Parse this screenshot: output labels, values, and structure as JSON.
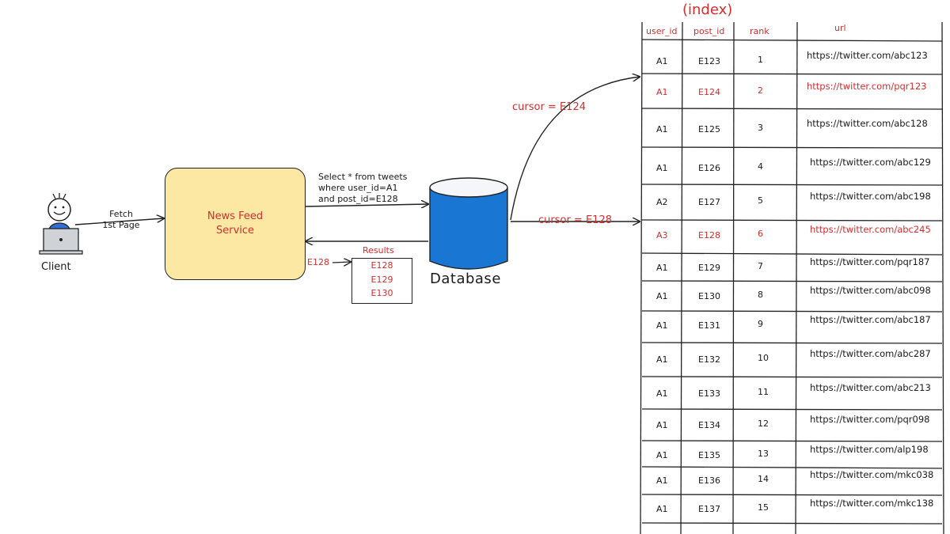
{
  "client": {
    "label": "Client",
    "icon": "person-laptop-icon"
  },
  "fetch_label": [
    "Fetch",
    "1st Page"
  ],
  "service": {
    "label_line1": "News Feed",
    "label_line2": "Service",
    "fill": "#fce7a3",
    "text_color": "#d32f2f"
  },
  "query": {
    "lines": [
      "Select * from tweets",
      "where user_id=A1",
      "and post_id=E128"
    ]
  },
  "results": {
    "title": "Results",
    "items": [
      "E128",
      "E129",
      "E130"
    ],
    "cursor_in": "E128"
  },
  "database": {
    "label": "Database",
    "fill": "#1976d2"
  },
  "cursors": {
    "top": "cursor = E124",
    "middle": "cursor = E128"
  },
  "table": {
    "index_label": "(index)",
    "headers": [
      "user_id",
      "post_id",
      "rank",
      "url"
    ],
    "highlight_color": "#d32f2f",
    "rows": [
      {
        "user_id": "A1",
        "post_id": "E123",
        "rank": "1",
        "url": "https://twitter.com/abc123",
        "highlight": false
      },
      {
        "user_id": "A1",
        "post_id": "E124",
        "rank": "2",
        "url": "https://twitter.com/pqr123",
        "highlight": true
      },
      {
        "user_id": "A1",
        "post_id": "E125",
        "rank": "3",
        "url": "https://twitter.com/abc128",
        "highlight": false
      },
      {
        "user_id": "A1",
        "post_id": "E126",
        "rank": "4",
        "url": "https://twitter.com/abc129",
        "highlight": false
      },
      {
        "user_id": "A2",
        "post_id": "E127",
        "rank": "5",
        "url": "https://twitter.com/abc198",
        "highlight": false
      },
      {
        "user_id": "A3",
        "post_id": "E128",
        "rank": "6",
        "url": "https://twitter.com/abc245",
        "highlight": true
      },
      {
        "user_id": "A1",
        "post_id": "E129",
        "rank": "7",
        "url": "https://twitter.com/pqr187",
        "highlight": false
      },
      {
        "user_id": "A1",
        "post_id": "E130",
        "rank": "8",
        "url": "https://twitter.com/abc098",
        "highlight": false
      },
      {
        "user_id": "A1",
        "post_id": "E131",
        "rank": "9",
        "url": "https://twitter.com/abc187",
        "highlight": false
      },
      {
        "user_id": "A1",
        "post_id": "E132",
        "rank": "10",
        "url": "https://twitter.com/abc287",
        "highlight": false
      },
      {
        "user_id": "A1",
        "post_id": "E133",
        "rank": "11",
        "url": "https://twitter.com/abc213",
        "highlight": false
      },
      {
        "user_id": "A1",
        "post_id": "E134",
        "rank": "12",
        "url": "https://twitter.com/pqr098",
        "highlight": false
      },
      {
        "user_id": "A1",
        "post_id": "E135",
        "rank": "13",
        "url": "https://twitter.com/alp198",
        "highlight": false
      },
      {
        "user_id": "A1",
        "post_id": "E136",
        "rank": "14",
        "url": "https://twitter.com/mkc038",
        "highlight": false
      },
      {
        "user_id": "A1",
        "post_id": "E137",
        "rank": "15",
        "url": "https://twitter.com/mkc138",
        "highlight": false
      }
    ]
  }
}
